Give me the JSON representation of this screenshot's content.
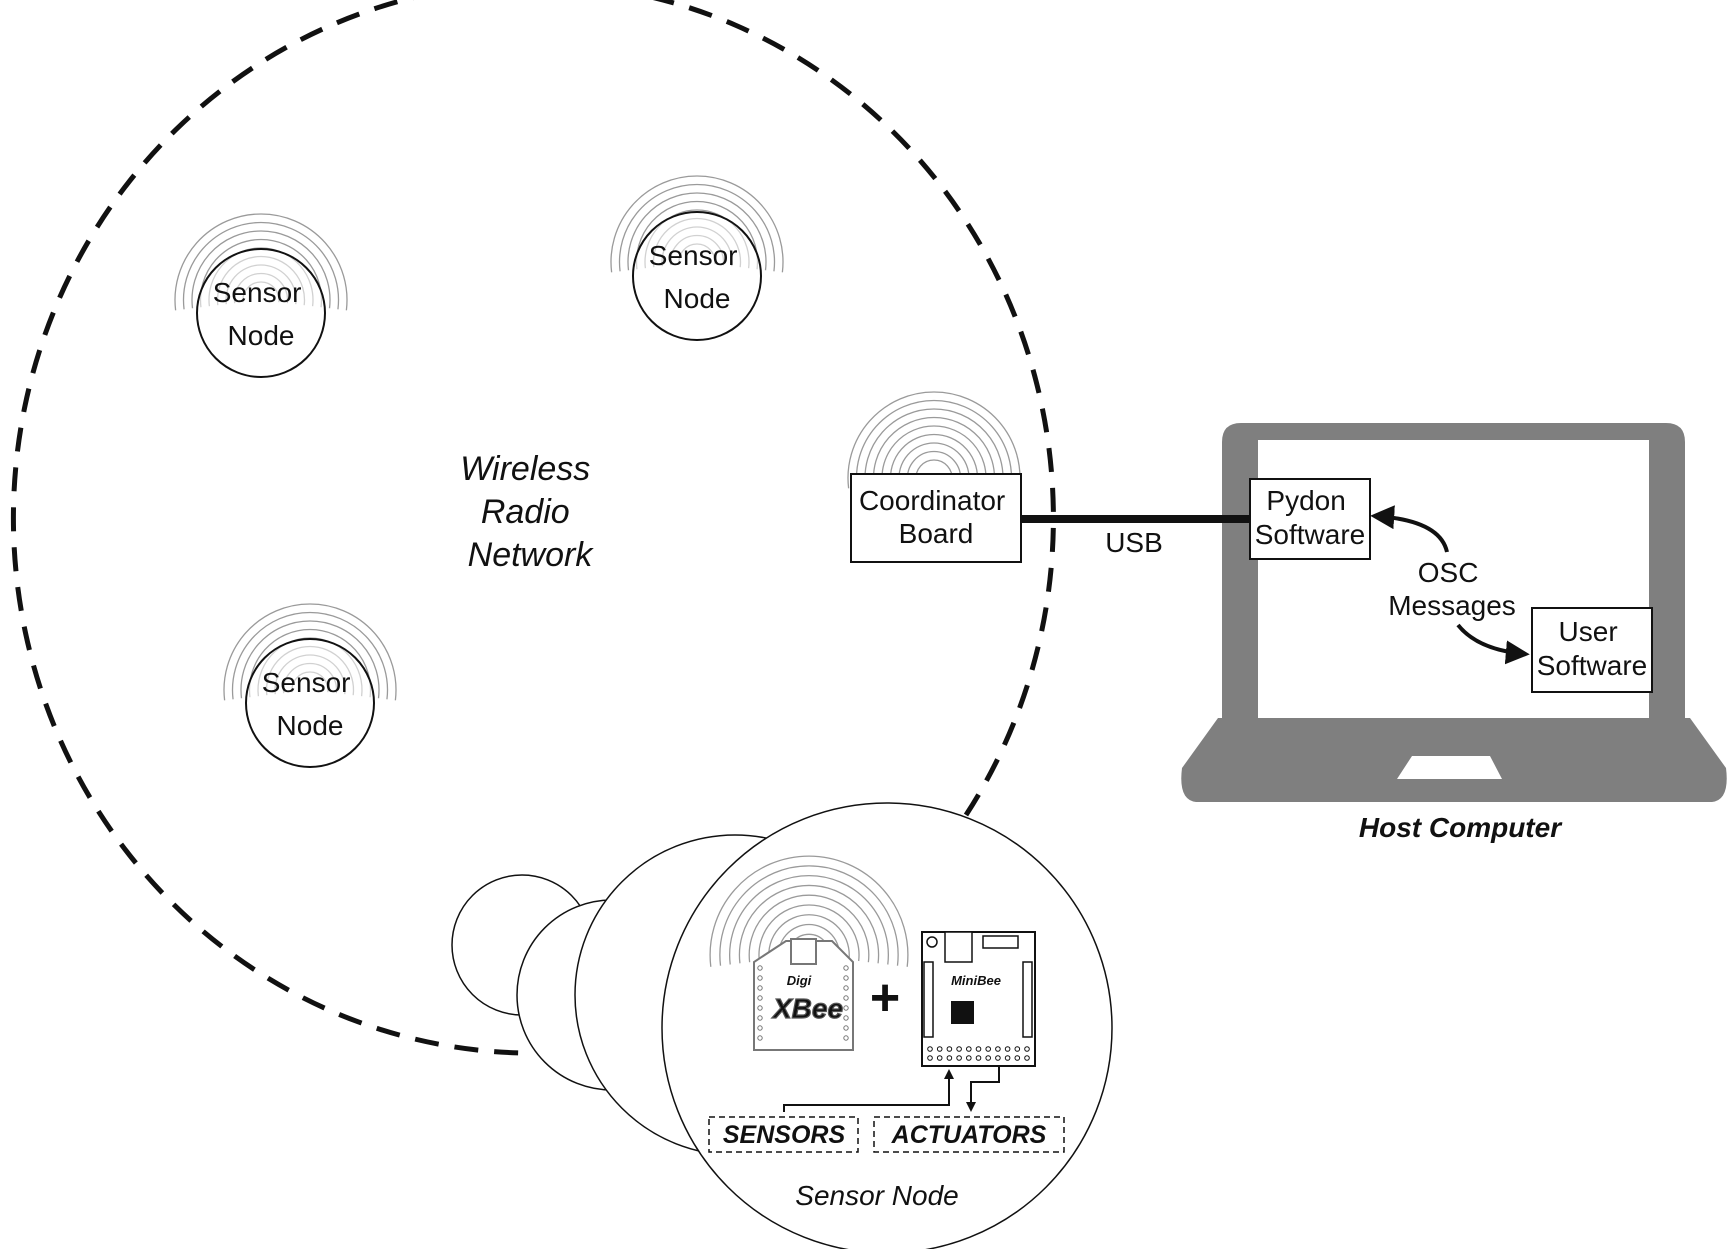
{
  "network": {
    "title_lines": [
      "Wireless",
      "Radio",
      "Network"
    ]
  },
  "nodes": [
    {
      "line1": "Sensor",
      "line2": "Node"
    },
    {
      "line1": "Sensor",
      "line2": "Node"
    },
    {
      "line1": "Sensor",
      "line2": "Node"
    }
  ],
  "coordinator": {
    "line1": "Coordinator",
    "line2": "Board"
  },
  "link": {
    "label": "USB"
  },
  "host": {
    "label": "Host Computer",
    "pydon": {
      "line1": "Pydon",
      "line2": "Software"
    },
    "user": {
      "line1": "User",
      "line2": "Software"
    },
    "osc": {
      "line1": "OSC",
      "line2": "Messages"
    }
  },
  "detail": {
    "title": "Sensor Node",
    "xbee_brand": "Digi",
    "xbee_label": "XBee",
    "plus": "+",
    "minibee_label": "MiniBee",
    "sensors": "SENSORS",
    "actuators": "ACTUATORS"
  },
  "colors": {
    "line": "#111111",
    "wave": "#9a9a9a",
    "laptop": "#7f7f7f",
    "background": "#ffffff"
  }
}
